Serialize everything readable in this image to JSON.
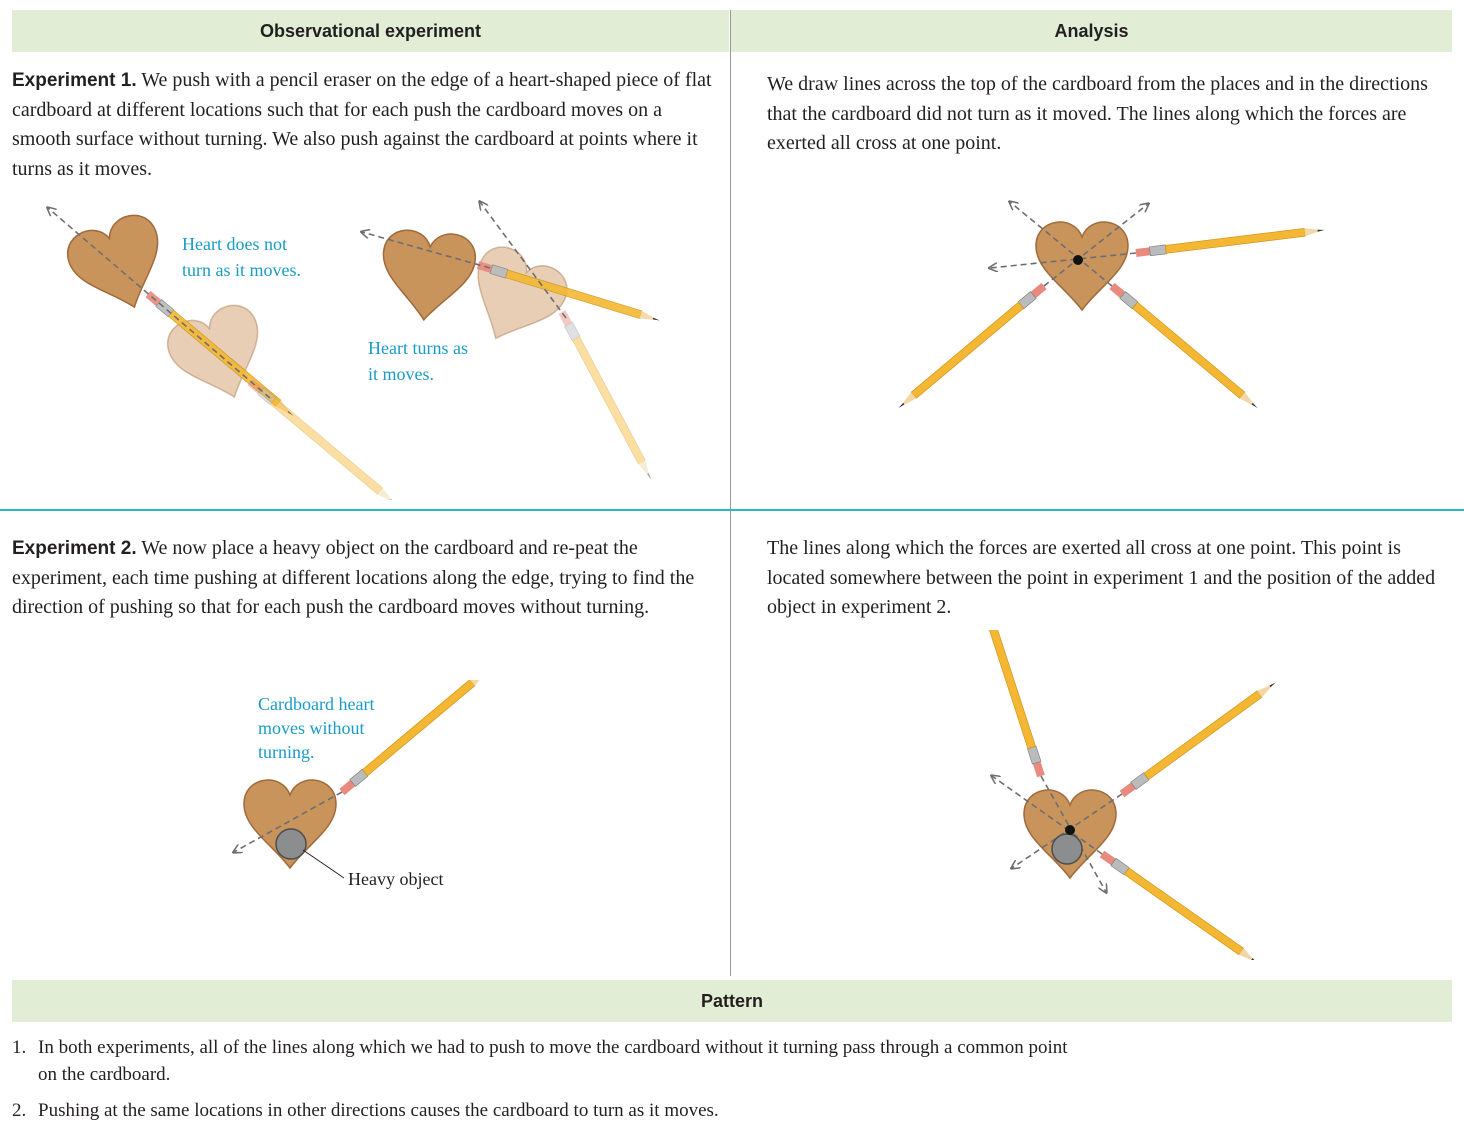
{
  "headers": {
    "left": "Observational experiment",
    "right": "Analysis",
    "pattern": "Pattern"
  },
  "experiment1": {
    "lead": "Experiment 1.",
    "text": " We push with a pencil eraser on the edge of a heart-shaped piece of flat cardboard at different locations such that for each push the cardboard moves on a smooth surface without turning. We also push against the cardboard at points where it turns as it moves.",
    "caption_no_turn_1": "Heart does not",
    "caption_no_turn_2": "turn as it moves.",
    "caption_turn_1": "Heart turns as",
    "caption_turn_2": "it moves."
  },
  "analysis1": {
    "text": "We draw lines across the top of the cardboard from the places and in the directions that the cardboard did not turn as it moved. The lines along which the forces are exerted all cross at one point."
  },
  "experiment2": {
    "lead": "Experiment 2.",
    "text": " We now place a heavy object on the cardboard and re-peat the experiment, each time pushing at different locations along the edge, trying to find the direction of pushing so that for each push the cardboard moves without turning.",
    "caption_1": "Cardboard heart",
    "caption_2": "moves without",
    "caption_3": "turning.",
    "heavy_label": "Heavy object"
  },
  "analysis2": {
    "text": "The lines along which the forces are exerted all cross at one point. This point is located somewhere between the point in experiment 1 and the position of the added object in experiment 2."
  },
  "pattern": {
    "item1_num": "1.",
    "item1_a": "In both experiments, all of the lines along which we had to push to move the cardboard without it turning pass through a common point",
    "item1_b": "on the cardboard.",
    "item2_num": "2.",
    "item2": "Pushing at the same locations in other directions causes the cardboard to turn as it moves."
  },
  "colors": {
    "header_bg": "#e2edd5",
    "divider": "#2bb8c2",
    "caption": "#1a9bc4",
    "cardboard": "#c9935c",
    "pencil": "#f4b733"
  },
  "icons": [
    "heart-cardboard",
    "pencil",
    "dashed-arrow",
    "heavy-object-disc",
    "crossing-point-dot"
  ]
}
